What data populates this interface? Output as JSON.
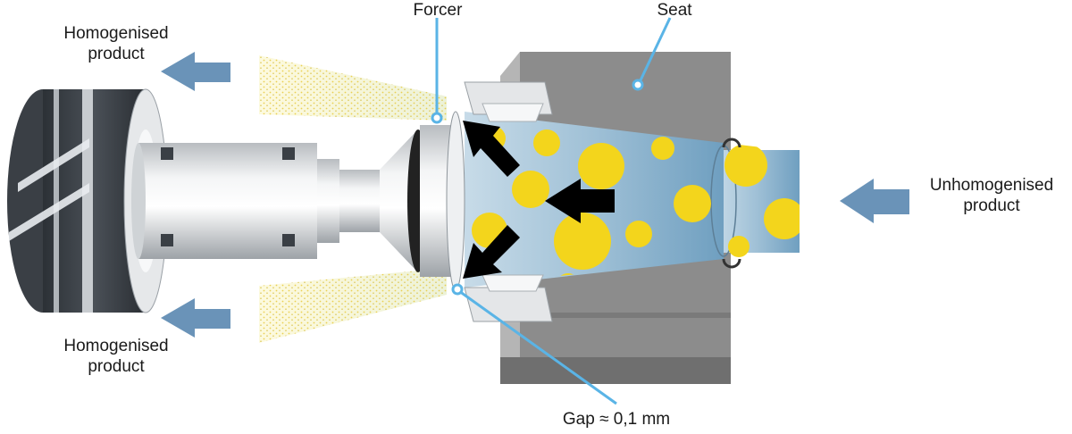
{
  "labels": {
    "forcer": "Forcer",
    "seat": "Seat",
    "gap": "Gap ≈ 0,1 mm",
    "homogenised_top": {
      "line1": "Homogenised",
      "line2": "product"
    },
    "homogenised_bottom": {
      "line1": "Homogenised",
      "line2": "product"
    },
    "unhomogenised": {
      "line1": "Unhomogenised",
      "line2": "product"
    }
  },
  "colors": {
    "flow_arrow": "#6a93b8",
    "leader_line": "#5ab4e6",
    "particle": "#f3d51c",
    "seat_body": "#8e8e8e",
    "fluid": "#a9c8dc",
    "force_arrow": "#000000"
  }
}
